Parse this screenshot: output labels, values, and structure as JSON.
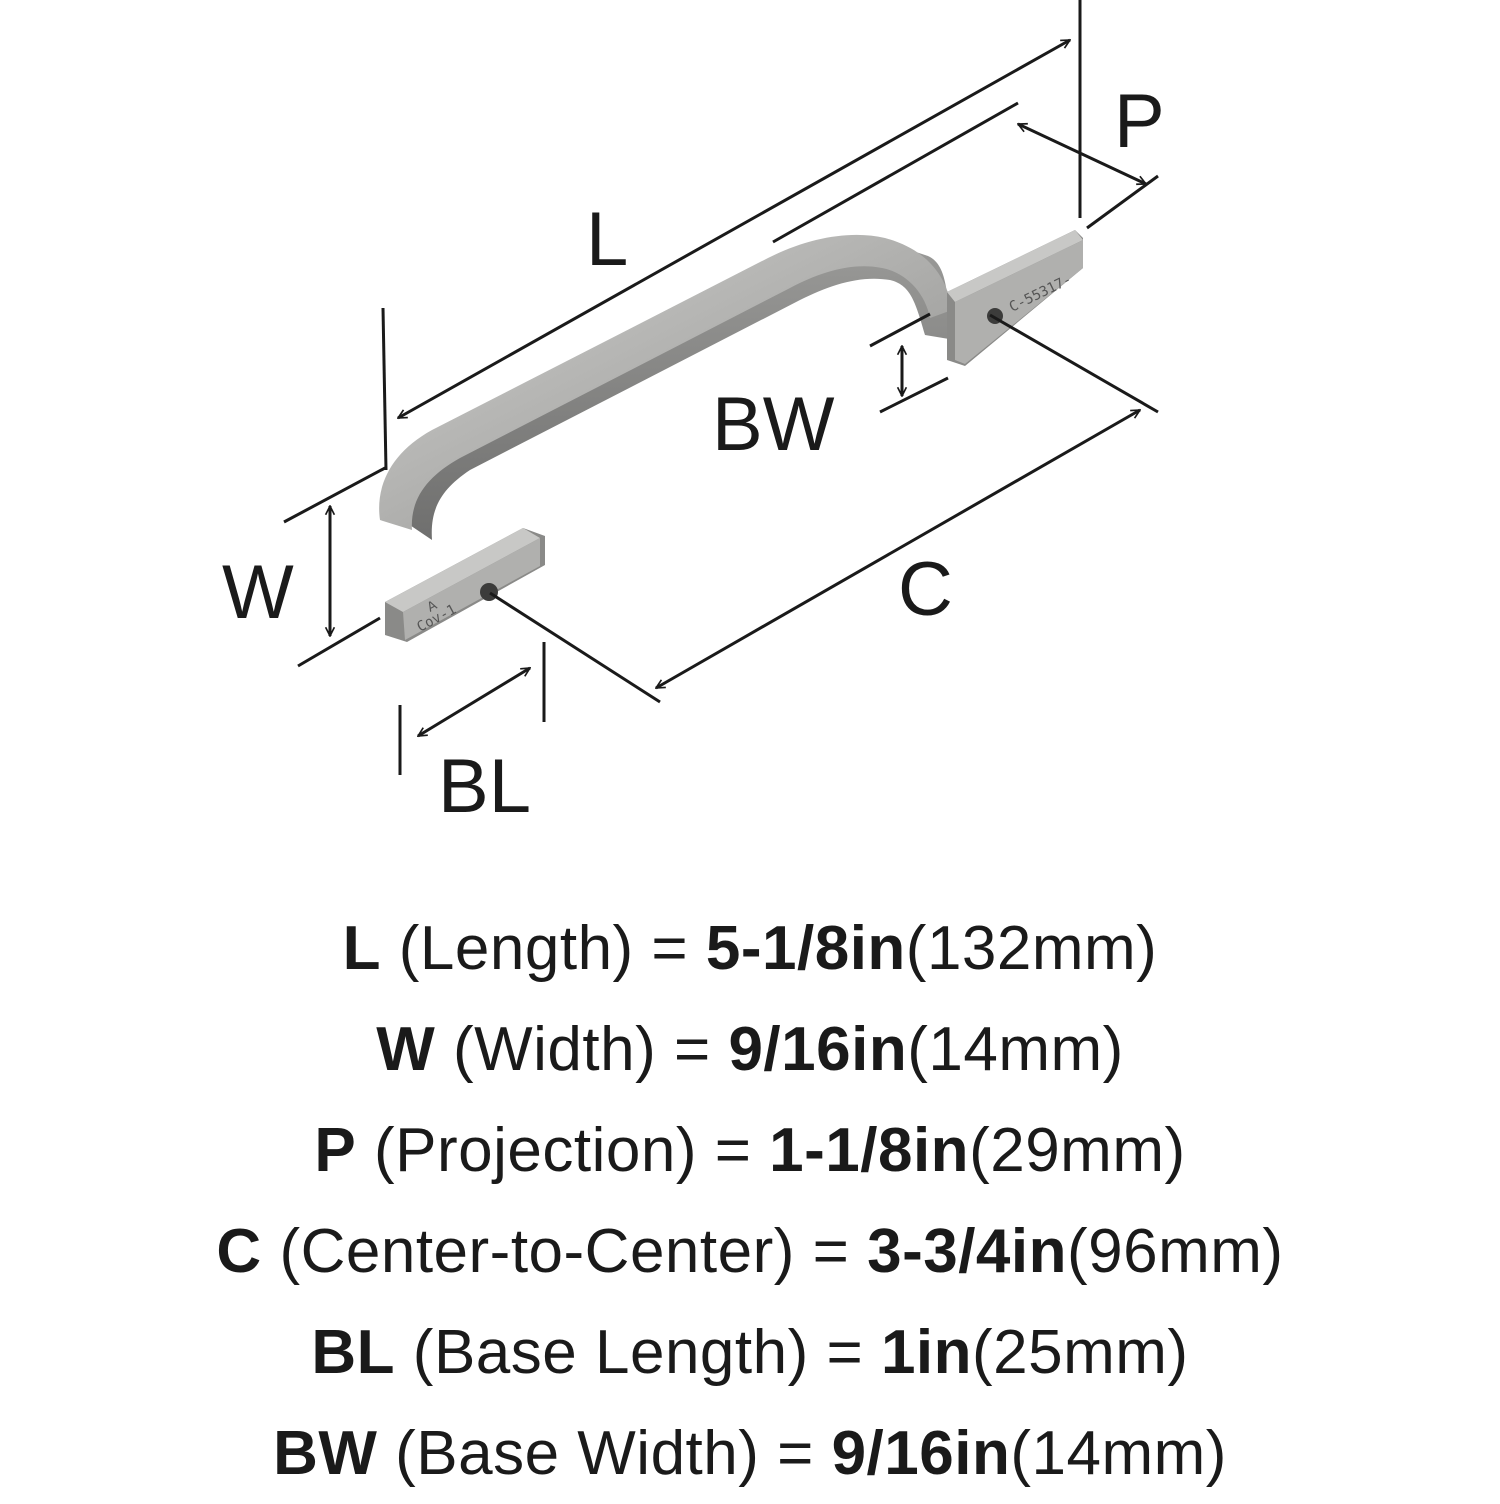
{
  "diagram": {
    "labels": {
      "L": "L",
      "P": "P",
      "BW": "BW",
      "W": "W",
      "C": "C",
      "BL": "BL"
    },
    "stamps": {
      "left_base_logo": "A",
      "left_base_text": "Cov-1",
      "right_base_text": "C-55317-"
    },
    "colors": {
      "line": "#1a1a1a",
      "metal_light": "#c4c4c2",
      "metal_mid": "#a7a7a5",
      "metal_dark": "#6f6f6e"
    }
  },
  "specs": [
    {
      "abbr": "L",
      "name": "(Length) =",
      "imperial": "5-1/8in",
      "metric": "(132mm)"
    },
    {
      "abbr": "W",
      "name": "(Width) =",
      "imperial": "9/16in",
      "metric": "(14mm)"
    },
    {
      "abbr": "P",
      "name": "(Projection) =",
      "imperial": "1-1/8in",
      "metric": "(29mm)"
    },
    {
      "abbr": "C",
      "name": "(Center-to-Center) =",
      "imperial": "3-3/4in",
      "metric": "(96mm)"
    },
    {
      "abbr": "BL",
      "name": "(Base Length) =",
      "imperial": "1in",
      "metric": "(25mm)"
    },
    {
      "abbr": "BW",
      "name": "(Base Width) =",
      "imperial": "9/16in",
      "metric": "(14mm)"
    }
  ]
}
